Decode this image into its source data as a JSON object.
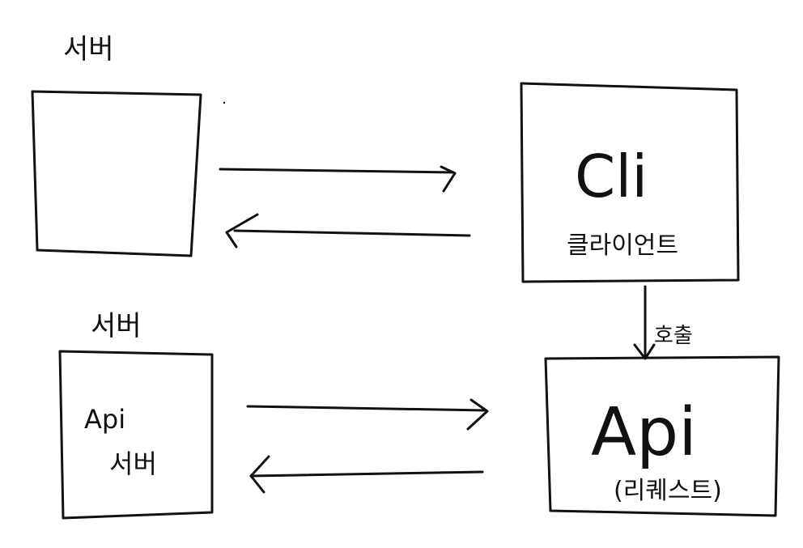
{
  "colors": {
    "ink": "#111111",
    "background": "#ffffff"
  },
  "diagram": {
    "top_left": {
      "heading": "서버",
      "inner_text": ""
    },
    "bottom_left": {
      "heading": "서버",
      "inner_line1": "Api",
      "inner_line2": "서버"
    },
    "top_right": {
      "title": "Cli",
      "subtitle": "클라이언트"
    },
    "bottom_right": {
      "title": "Api",
      "subtitle": "(리퀘스트)"
    },
    "link_label": "호출"
  }
}
